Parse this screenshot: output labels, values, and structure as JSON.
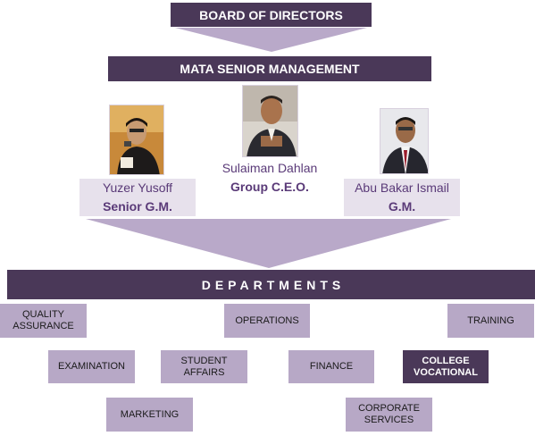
{
  "board": {
    "label": "BOARD OF DIRECTORS"
  },
  "management": {
    "label": "MATA SENIOR MANAGEMENT"
  },
  "executives": {
    "yuzer": {
      "name": "Yuzer Yusoff",
      "role": "Senior G.M."
    },
    "sulaiman": {
      "name": "Sulaiman Dahlan",
      "role": "Group C.E.O."
    },
    "abu": {
      "name": "Abu Bakar Ismail",
      "role": "G.M."
    }
  },
  "departments_header": {
    "label": "DEPARTMENTS"
  },
  "departments": {
    "quality": "QUALITY ASSURANCE",
    "operations": "OPERATIONS",
    "training": "TRAINING",
    "examination": "EXAMINATION",
    "student": "STUDENT AFFAIRS",
    "finance": "FINANCE",
    "college": "COLLEGE VOCATIONAL",
    "marketing": "MARKETING",
    "corporate": "CORPORATE SERVICES"
  },
  "colors": {
    "dark_bar": "#4a3858",
    "light_box": "#b7a8c6",
    "arrow": "#b9a9c9",
    "name_text": "#5a3a78"
  }
}
